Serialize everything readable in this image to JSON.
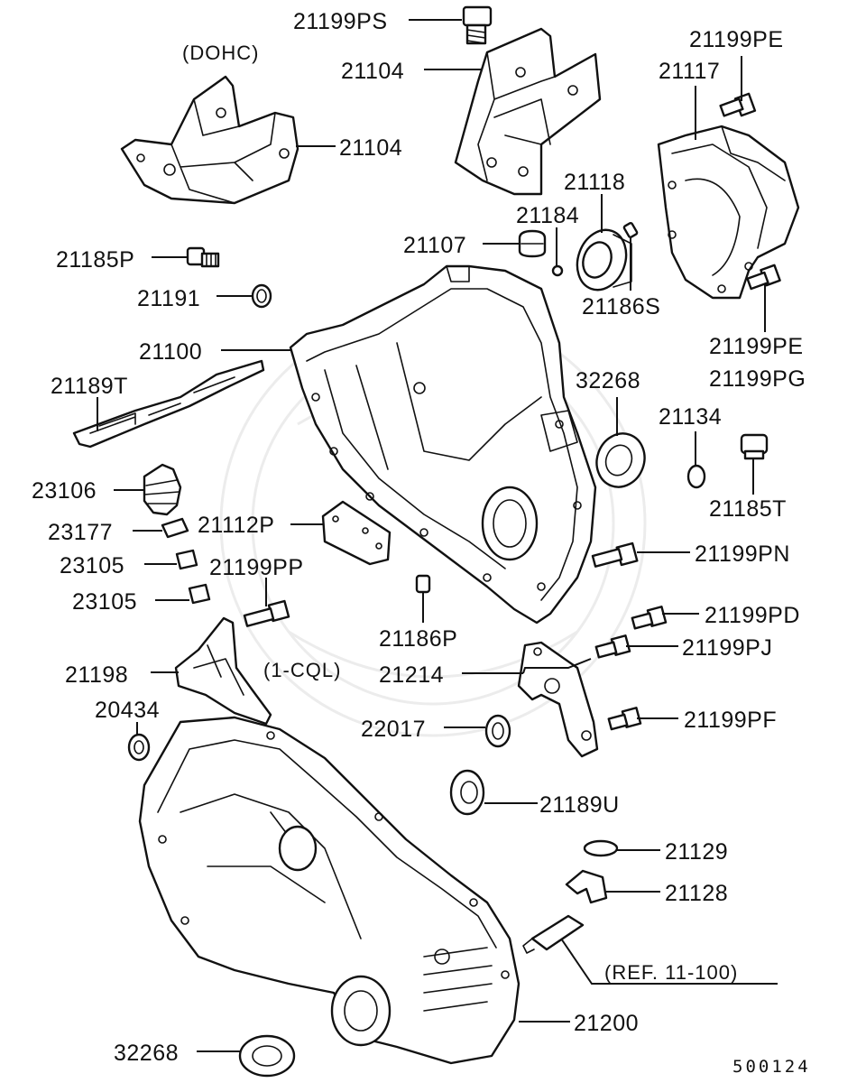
{
  "diagram_code": "500124",
  "notes": {
    "dohc": "(DOHC)",
    "cql": "(1-CQL)",
    "ref": "(REF. 11-100)"
  },
  "labels": [
    {
      "id": "21199PS",
      "text": "21199PS"
    },
    {
      "id": "21104-top",
      "text": "21104"
    },
    {
      "id": "21104-dohc",
      "text": "21104"
    },
    {
      "id": "21199PE-top",
      "text": "21199PE"
    },
    {
      "id": "21117",
      "text": "21117"
    },
    {
      "id": "21118",
      "text": "21118"
    },
    {
      "id": "21184",
      "text": "21184"
    },
    {
      "id": "21107",
      "text": "21107"
    },
    {
      "id": "21185P",
      "text": "21185P"
    },
    {
      "id": "21191",
      "text": "21191"
    },
    {
      "id": "21186S",
      "text": "21186S"
    },
    {
      "id": "21199PE-bot",
      "text": "21199PE"
    },
    {
      "id": "21199PG",
      "text": "21199PG"
    },
    {
      "id": "21100",
      "text": "21100"
    },
    {
      "id": "32268-top",
      "text": "32268"
    },
    {
      "id": "21189T",
      "text": "21189T"
    },
    {
      "id": "21134",
      "text": "21134"
    },
    {
      "id": "23106",
      "text": "23106"
    },
    {
      "id": "21185T",
      "text": "21185T"
    },
    {
      "id": "23177",
      "text": "23177"
    },
    {
      "id": "21112P",
      "text": "21112P"
    },
    {
      "id": "23105-a",
      "text": "23105"
    },
    {
      "id": "21199PN",
      "text": "21199PN"
    },
    {
      "id": "21199PP",
      "text": "21199PP"
    },
    {
      "id": "23105-b",
      "text": "23105"
    },
    {
      "id": "21199PD",
      "text": "21199PD"
    },
    {
      "id": "21186P",
      "text": "21186P"
    },
    {
      "id": "21199PJ",
      "text": "21199PJ"
    },
    {
      "id": "21198",
      "text": "21198"
    },
    {
      "id": "21214",
      "text": "21214"
    },
    {
      "id": "20434",
      "text": "20434"
    },
    {
      "id": "21199PF",
      "text": "21199PF"
    },
    {
      "id": "22017",
      "text": "22017"
    },
    {
      "id": "21189U",
      "text": "21189U"
    },
    {
      "id": "21129",
      "text": "21129"
    },
    {
      "id": "21128",
      "text": "21128"
    },
    {
      "id": "21200",
      "text": "21200"
    },
    {
      "id": "32268-bot",
      "text": "32268"
    }
  ]
}
